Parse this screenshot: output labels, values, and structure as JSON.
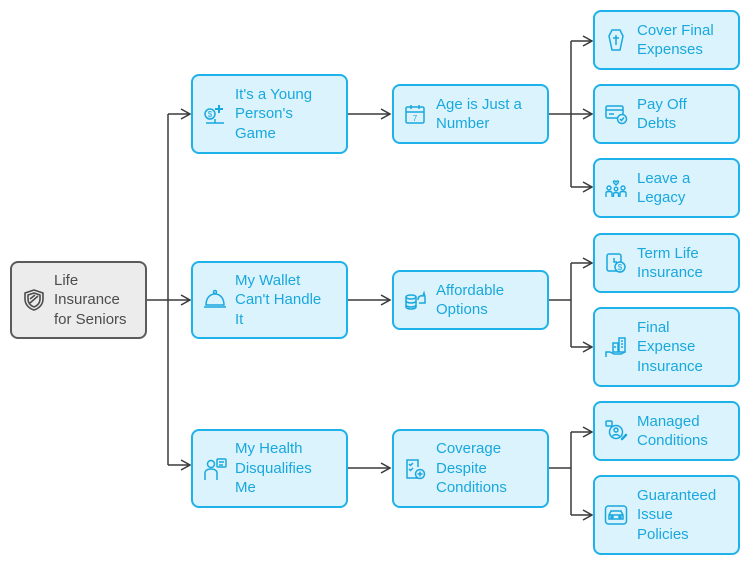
{
  "colors": {
    "accent_border": "#1fb1ea",
    "accent_fill": "#dbf3fd",
    "accent_text": "#19a8de",
    "root_border": "#5b5b5b",
    "root_fill": "#ececec",
    "edge": "#3a3a3a"
  },
  "root": {
    "label": "Life\nInsurance\nfor Seniors",
    "icon": "shield-icon"
  },
  "myths": [
    {
      "label": "It's a Young\nPerson's\nGame",
      "icon": "coins-scale-icon"
    },
    {
      "label": "My Wallet\nCan't Handle\nIt",
      "icon": "wallet-bell-icon"
    },
    {
      "label": "My Health\nDisqualifies\nMe",
      "icon": "doctor-chart-icon"
    }
  ],
  "realities": [
    {
      "label": "Age is Just a\nNumber",
      "icon": "calendar-icon"
    },
    {
      "label": "Affordable\nOptions",
      "icon": "coins-piggy-icon"
    },
    {
      "label": "Coverage\nDespite\nConditions",
      "icon": "checklist-plus-icon"
    }
  ],
  "benefits": [
    {
      "label": "Cover Final\nExpenses",
      "icon": "coffin-cross-icon"
    },
    {
      "label": "Pay Off\nDebts",
      "icon": "card-check-icon"
    },
    {
      "label": "Leave a\nLegacy",
      "icon": "family-heart-icon"
    },
    {
      "label": "Term Life\nInsurance",
      "icon": "clock-dollar-icon"
    },
    {
      "label": "Final\nExpense\nInsurance",
      "icon": "hand-buildings-icon"
    },
    {
      "label": "Managed\nConditions",
      "icon": "person-pills-icon"
    },
    {
      "label": "Guaranteed\nIssue\nPolicies",
      "icon": "car-policy-icon"
    }
  ]
}
